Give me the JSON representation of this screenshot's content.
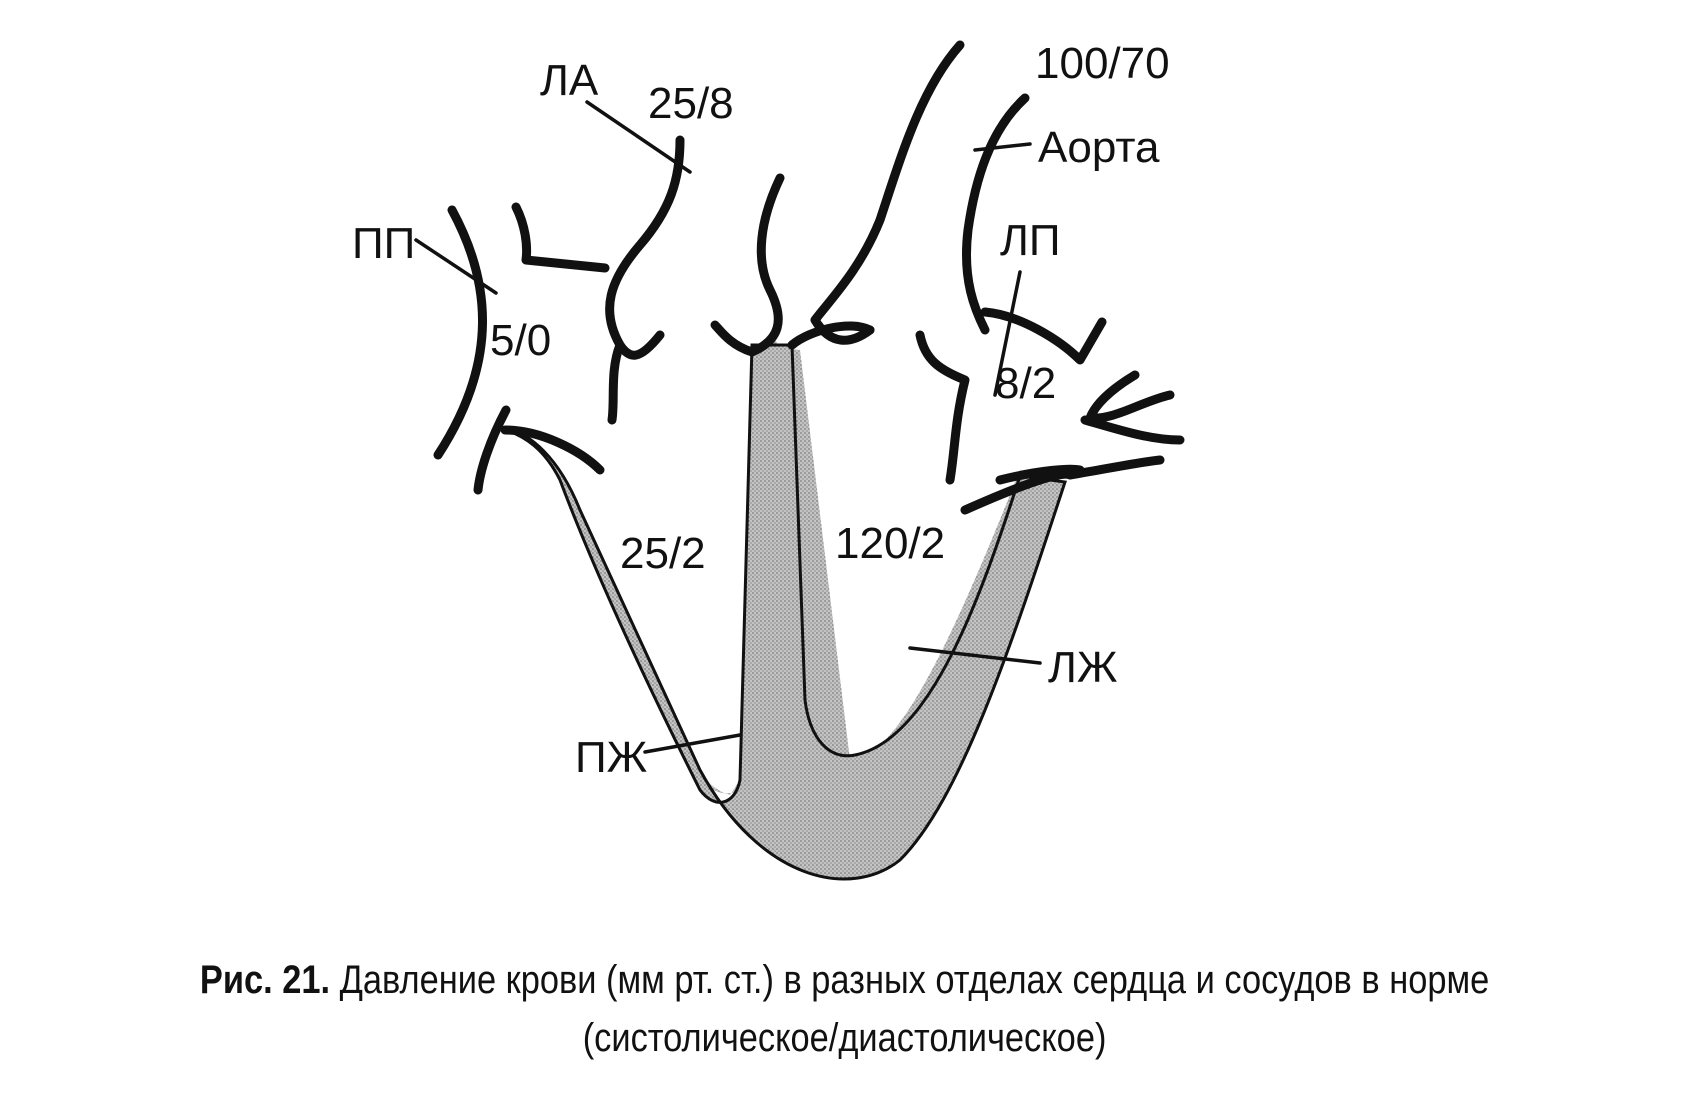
{
  "labels": {
    "pulmonary_artery": "ЛА",
    "pulmonary_artery_pressure": "25/8",
    "aorta_pressure": "100/70",
    "aorta": "Аорта",
    "right_atrium": "ПП",
    "right_atrium_pressure": "5/0",
    "left_atrium": "ЛП",
    "left_atrium_pressure": "8/2",
    "right_ventricle_pressure": "25/2",
    "left_ventricle_pressure": "120/2",
    "left_ventricle": "ЛЖ",
    "right_ventricle": "ПЖ"
  },
  "caption": {
    "prefix": "Рис. 21.",
    "line1": "Давление крови (мм рт. ст.) в разных отделах сердца и сосудов  в норме",
    "line2": "(систолическое/диастолическое)"
  },
  "colors": {
    "ink": "#111111",
    "wall_fill": "#b8b8b8",
    "background": "#ffffff"
  }
}
